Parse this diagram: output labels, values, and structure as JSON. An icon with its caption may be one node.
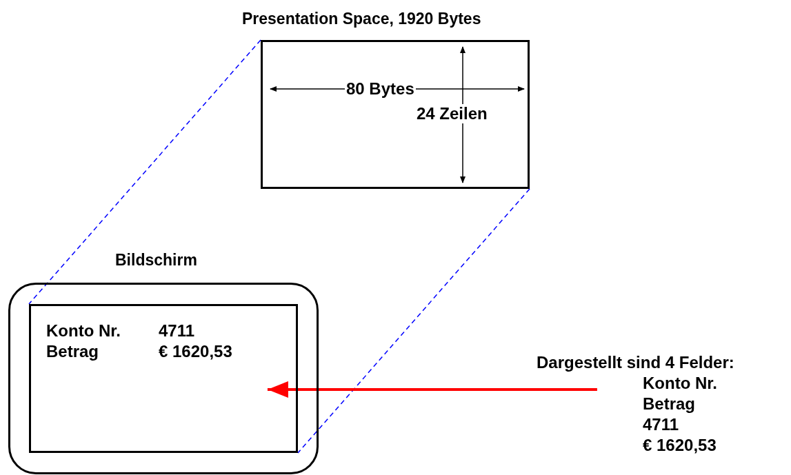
{
  "diagram": {
    "nodes": [
      {
        "text": [
          "Presentation Space, 1920 Bytes"
        ]
      },
      {
        "text": [
          "Bildschirm"
        ]
      },
      {
        "text": [
          "Konto Nr.",
          "4711",
          "Betrag",
          "€ 1620,53"
        ],
        "in": 1
      },
      {
        "text": [
          "Dargestellt sind 4 Felder:",
          "Konto Nr.",
          "Betrag",
          "4711",
          "€ 1620,53"
        ]
      }
    ],
    "edges": [
      {
        "from": 0,
        "to": 2,
        "arrow": "none",
        "style": "dashed",
        "color": "#0000ff"
      },
      {
        "from": 0,
        "to": 2,
        "arrow": "none",
        "style": "dashed",
        "color": "#0000ff"
      },
      {
        "from": 3,
        "to": 2,
        "arrow": "to",
        "style": "thick",
        "color": "#ff0000"
      }
    ],
    "labels": [
      "80 Bytes",
      "24 Zeilen"
    ]
  }
}
